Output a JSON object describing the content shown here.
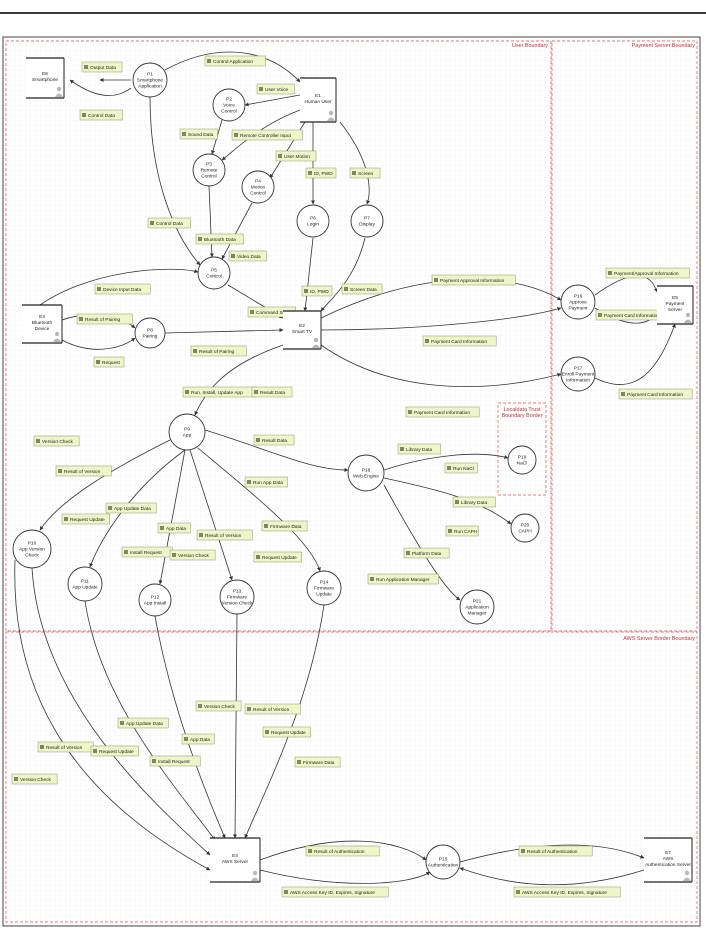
{
  "boundaries": [
    {
      "id": "user",
      "label": "User Boundary"
    },
    {
      "id": "payment",
      "label": "Payment Server Boundary"
    },
    {
      "id": "aws",
      "label": "AWS Server Border Boundary"
    },
    {
      "id": "lan",
      "label": "Localdata Trust Boundary Border"
    }
  ],
  "entities": [
    {
      "id": "E6",
      "line1": "E6",
      "line2": "Smartphone",
      "line3": ""
    },
    {
      "id": "E1",
      "line1": "E1",
      "line2": "Human User",
      "line3": ""
    },
    {
      "id": "E3",
      "line1": "E3",
      "line2": "Bluetooth",
      "line3": "Device"
    },
    {
      "id": "E2",
      "line1": "E2",
      "line2": "Smart TV",
      "line3": ""
    },
    {
      "id": "E5",
      "line1": "E5",
      "line2": "Payment",
      "line3": "Server"
    },
    {
      "id": "E4",
      "line1": "E4",
      "line2": "AWS Server",
      "line3": ""
    },
    {
      "id": "E7",
      "line1": "E7",
      "line2": "AWS",
      "line3": "Authentication Server"
    }
  ],
  "processes": [
    {
      "id": "P1",
      "lines": [
        "P1",
        "Smartphone",
        "Application"
      ]
    },
    {
      "id": "P2",
      "lines": [
        "P2",
        "Voice",
        "Control"
      ]
    },
    {
      "id": "P3",
      "lines": [
        "P3",
        "Remote",
        "Control"
      ]
    },
    {
      "id": "P4",
      "lines": [
        "P4",
        "Motion",
        "Control"
      ]
    },
    {
      "id": "P5",
      "lines": [
        "P5",
        "Control"
      ]
    },
    {
      "id": "P6",
      "lines": [
        "P6",
        "Login"
      ]
    },
    {
      "id": "P7",
      "lines": [
        "P7",
        "Display"
      ]
    },
    {
      "id": "P8",
      "lines": [
        "P8",
        "Pairing"
      ]
    },
    {
      "id": "P9",
      "lines": [
        "P9",
        "App"
      ]
    },
    {
      "id": "P10",
      "lines": [
        "P10",
        "App Version",
        "Check"
      ]
    },
    {
      "id": "P11",
      "lines": [
        "P11",
        "App Update"
      ]
    },
    {
      "id": "P12",
      "lines": [
        "P12",
        "App Install"
      ]
    },
    {
      "id": "P13",
      "lines": [
        "P13",
        "Firmware",
        "Version Check"
      ]
    },
    {
      "id": "P14",
      "lines": [
        "P14",
        "Firmware",
        "Update"
      ]
    },
    {
      "id": "P15",
      "lines": [
        "P15",
        "Authentication"
      ]
    },
    {
      "id": "P16",
      "lines": [
        "P16",
        "Approve",
        "Payment"
      ]
    },
    {
      "id": "P17",
      "lines": [
        "P17",
        "Enroll Payment",
        "Information"
      ]
    },
    {
      "id": "P18",
      "lines": [
        "P18",
        "Web Engine"
      ]
    },
    {
      "id": "P19",
      "lines": [
        "P19",
        "NaCl"
      ]
    },
    {
      "id": "P20",
      "lines": [
        "P20",
        "CAPH"
      ]
    },
    {
      "id": "P21",
      "lines": [
        "P21",
        "Application",
        "Manager"
      ]
    }
  ],
  "flows": [
    "Output Data",
    "Control Data",
    "Control Application",
    "User Voice",
    "Sound Data",
    "Remote Controller Input",
    "User Motion",
    "ID, PWD",
    "Screen",
    "Control Data",
    "Bluetooth Data",
    "Video Data",
    "Device Input Data",
    "ID, PWD",
    "Screen Data",
    "Command Signal",
    "Result of Pairing",
    "Request",
    "Result of Pairing",
    "Payment Approval Information",
    "Payment Card Information",
    "Payment/Approval Information",
    "Payment Card Information",
    "Payment Card Information",
    "Run, Install, Update App",
    "Result Data",
    "Payment Card Information",
    "Version Check",
    "Result of Version",
    "Result Data",
    "Run App Data",
    "Library Data",
    "Run NaCl",
    "App Update Data",
    "Request Update",
    "App Data",
    "Result of Version",
    "Firmware Data",
    "Library Data",
    "Install Request",
    "Version Check",
    "Request Update",
    "Run CAPH",
    "Platform Data",
    "Run Application Manager",
    "Version Check",
    "Result of Version",
    "App Update Data",
    "Request Update",
    "App Data",
    "Result of Version",
    "Request Update",
    "Install Request",
    "Firmware Data",
    "Version Check",
    "Result of Authentication",
    "Result of Authentication",
    "AWS Access Key ID, Expires, Signature",
    "AWS Access Key ID, Expires, Signature"
  ]
}
